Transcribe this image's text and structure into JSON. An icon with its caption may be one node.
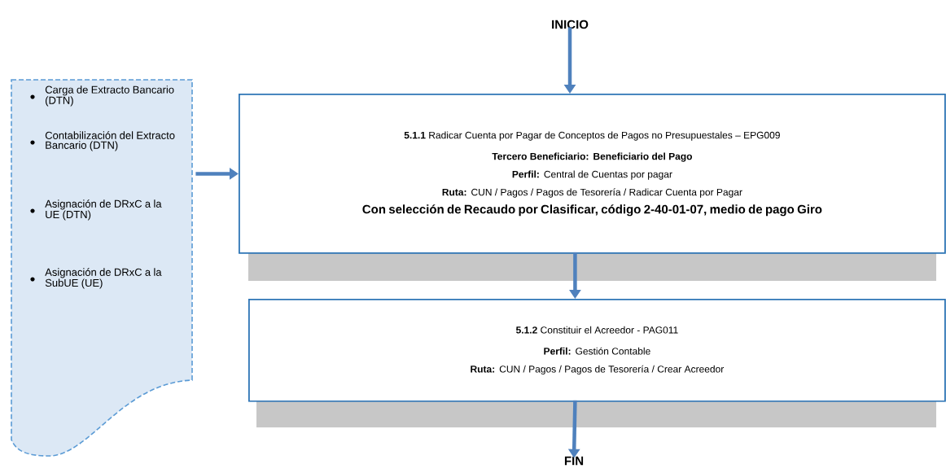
{
  "diagram": {
    "nodes": [
      {
        "text": [
          "INICIO"
        ]
      },
      {
        "text": [
          "Carga de Extracto Bancario (DTN)",
          "Contabilización del Extracto Bancario (DTN)",
          "Asignación de DRxC a la UE (DTN)",
          "Asignación de DRxC a la SubUE (UE)"
        ]
      },
      {
        "text": [
          "**5.1.1** Radicar Cuenta por Pagar de Conceptos de Pagos no Presupuestales – EPG009",
          "Tercero Beneficiario: Beneficiario del Pago",
          "**Perfil:** Central de Cuentas por pagar",
          "**Ruta:** CUN / Pagos / Pagos de Tesorería / Radicar Cuenta por Pagar",
          "Con selección de Recaudo por Clasificar, código 2-40-01-07, medio de pago Giro"
        ]
      },
      {
        "text": [
          "**5.1.2** Constituir el Acreedor - PAG011",
          "**Perfil:** Gestión Contable",
          "**Ruta:** CUN / Pagos / Pagos de Tesorería / Crear Acreedor"
        ]
      },
      {
        "text": [
          "FIN"
        ]
      }
    ],
    "edges": [
      {
        "from": 0,
        "to": 2,
        "arrow": "to"
      },
      {
        "from": 1,
        "to": 2,
        "arrow": "to"
      },
      {
        "from": 2,
        "to": 3,
        "arrow": "to"
      },
      {
        "from": 3,
        "to": 4,
        "arrow": "to"
      }
    ]
  }
}
